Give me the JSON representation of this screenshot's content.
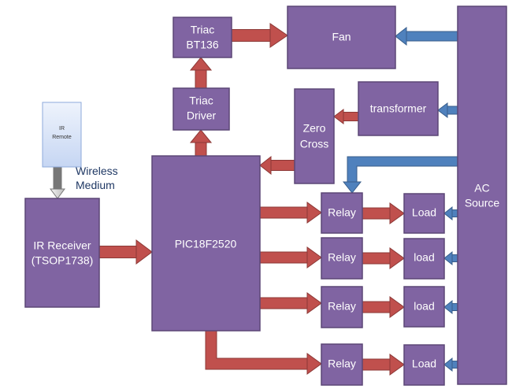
{
  "colors": {
    "block": "#8064a2",
    "signal_arrow": "#c0504d",
    "power_arrow": "#4f81bd",
    "remote": "#dbe5f8"
  },
  "remote": {
    "line1": "IR",
    "line2": "Remote"
  },
  "wireless": {
    "line1": "Wireless",
    "line2": "Medium"
  },
  "ir_receiver": {
    "line1": "IR Receiver",
    "line2": "(TSOP1738)"
  },
  "mcu": {
    "label": "PIC18F2520"
  },
  "triac_driver": {
    "line1": "Triac",
    "line2": "Driver"
  },
  "triac": {
    "line1": "Triac",
    "line2": "BT136"
  },
  "fan": {
    "label": "Fan"
  },
  "transformer": {
    "label": "transformer"
  },
  "zero_cross": {
    "line1": "Zero",
    "line2": "Cross"
  },
  "ac_source": {
    "line1": "AC",
    "line2": "Source"
  },
  "relays": [
    {
      "label": "Relay"
    },
    {
      "label": "Relay"
    },
    {
      "label": "Relay"
    },
    {
      "label": "Relay"
    }
  ],
  "loads": [
    {
      "label": "Load"
    },
    {
      "label": "load"
    },
    {
      "label": "load"
    },
    {
      "label": "Load"
    }
  ]
}
